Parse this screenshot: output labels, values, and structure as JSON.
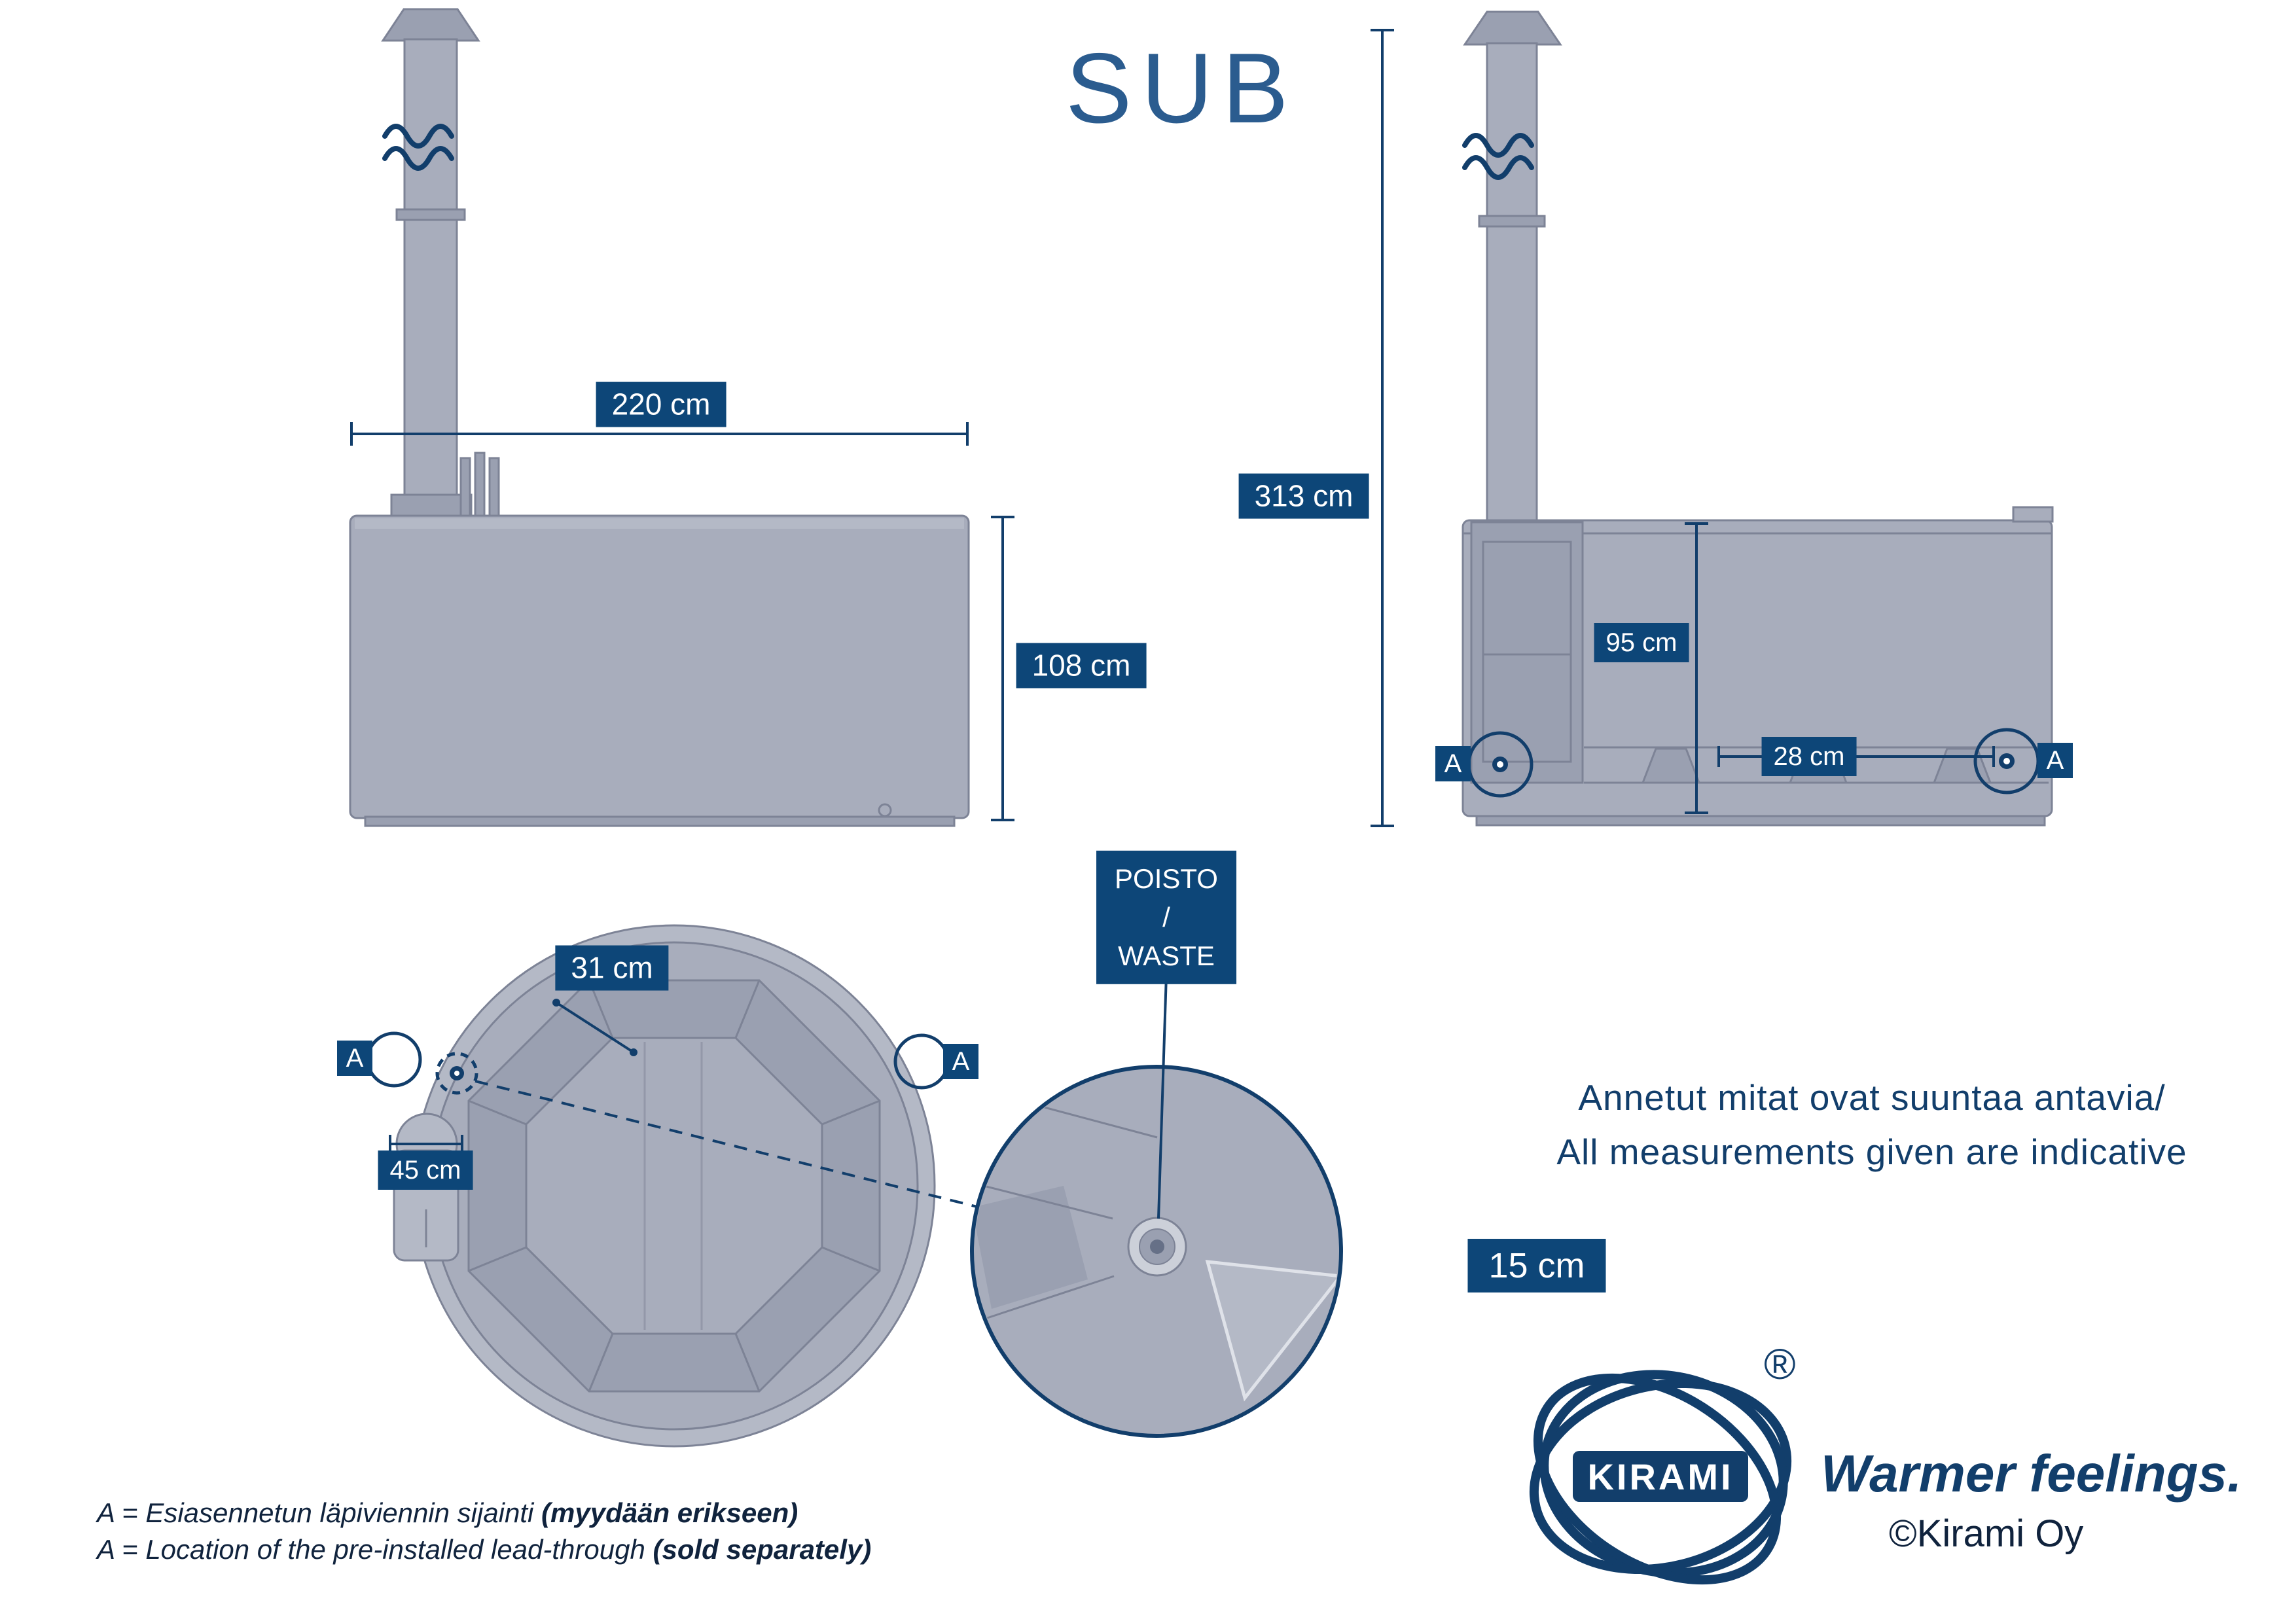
{
  "title": "SUB",
  "marker": "A",
  "colors": {
    "title_blue": "#2b5c8f",
    "label_bg": "#0d4678",
    "label_text": "#ffffff",
    "line_navy": "#123e6b",
    "note_text": "#123e6b",
    "footnote_text": "#10233d",
    "tub_fill": "#a8adbc",
    "tub_fill_light": "#b4b9c6",
    "tub_fill_dark": "#9aa0b1",
    "tub_stroke": "#7d8396"
  },
  "views": {
    "front": {
      "width_label": "220 cm",
      "height_label": "108 cm"
    },
    "side": {
      "total_height_label": "313 cm",
      "inner_height_label": "95 cm",
      "bench_label": "28 cm"
    },
    "top": {
      "rim_label": "31 cm",
      "stove_label": "45 cm"
    },
    "detail": {
      "waste_line1": "POISTO",
      "waste_line2": "/",
      "waste_line3": "WASTE",
      "offset_label": "15 cm"
    }
  },
  "notes": {
    "fi": "Annetut mitat ovat suuntaa antavia/",
    "en": "All measurements given are indicative"
  },
  "footnotes": {
    "fi": {
      "text": "A = Esiasennetun läpiviennin sijainti ",
      "bold": "(myydään erikseen)"
    },
    "en": {
      "text": "A = Location of the pre-installed lead-through ",
      "bold": "(sold separately)"
    }
  },
  "branding": {
    "logo": "KIRAMI",
    "registered": "®",
    "tagline": "Warmer feelings.",
    "copyright": "©Kirami Oy"
  }
}
